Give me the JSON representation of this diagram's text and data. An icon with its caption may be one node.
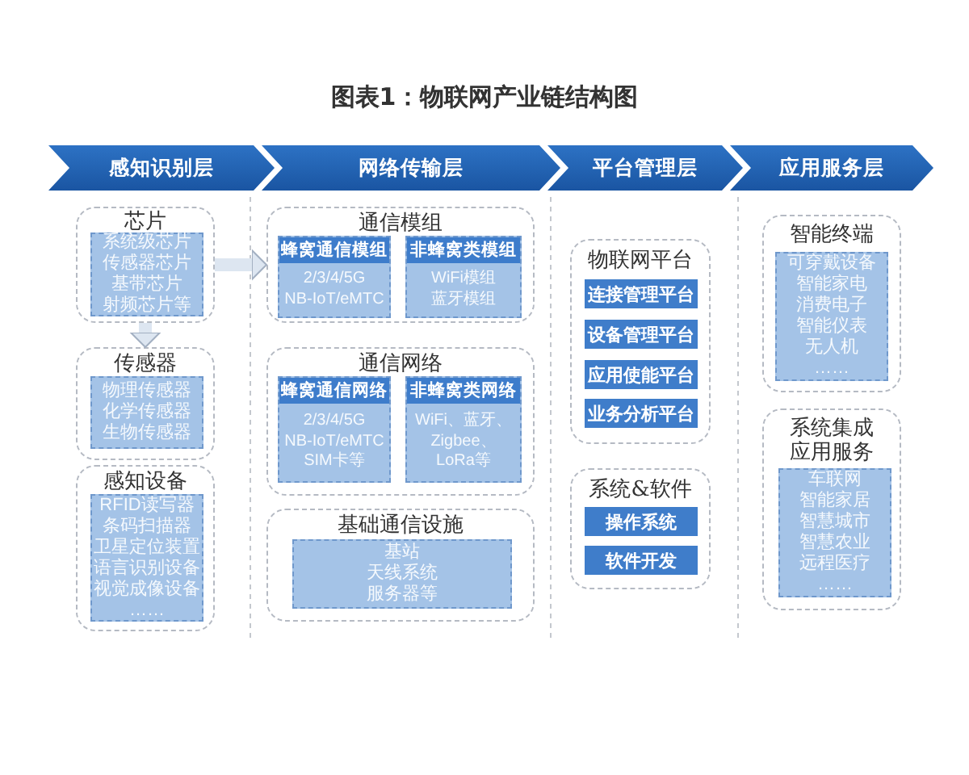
{
  "diagram": {
    "title": "图表1：物联网产业链结构图",
    "nodes": [
      {
        "text": [
          "感知识别层"
        ]
      },
      {
        "text": [
          "网络传输层"
        ]
      },
      {
        "text": [
          "平台管理层"
        ]
      },
      {
        "text": [
          "应用服务层"
        ]
      },
      {
        "text": [
          "芯片"
        ]
      },
      {
        "text": [
          "系统级芯片",
          "传感器芯片",
          "基带芯片",
          "射频芯片等"
        ],
        "in": 4
      },
      {
        "text": [
          "传感器"
        ]
      },
      {
        "text": [
          "物理传感器",
          "化学传感器",
          "生物传感器"
        ],
        "in": 6
      },
      {
        "text": [
          "感知设备"
        ]
      },
      {
        "text": [
          "RFID读写器",
          "条码扫描器",
          "卫星定位装置",
          "语言识别设备",
          "视觉成像设备",
          "……"
        ],
        "in": 8
      },
      {
        "text": [
          "通信模组"
        ]
      },
      {
        "text": [
          "蜂窝通信模组",
          "2/3/4/5G",
          "NB-IoT/eMTC"
        ],
        "in": 10
      },
      {
        "text": [
          "非蜂窝类模组",
          "WiFi模组",
          "蓝牙模组"
        ],
        "in": 10
      },
      {
        "text": [
          "通信网络"
        ]
      },
      {
        "text": [
          "蜂窝通信网络",
          "2/3/4/5G",
          "NB-IoT/eMTC",
          "SIM卡等"
        ],
        "in": 13
      },
      {
        "text": [
          "非蜂窝类网络",
          "WiFi、蓝牙、Zigbee、LoRa等"
        ],
        "in": 13
      },
      {
        "text": [
          "基础通信设施"
        ]
      },
      {
        "text": [
          "基站",
          "天线系统",
          "服务器等"
        ],
        "in": 16
      },
      {
        "text": [
          "物联网平台"
        ]
      },
      {
        "text": [
          "连接管理平台"
        ],
        "in": 18
      },
      {
        "text": [
          "设备管理平台"
        ],
        "in": 18
      },
      {
        "text": [
          "应用使能平台"
        ],
        "in": 18
      },
      {
        "text": [
          "业务分析平台"
        ],
        "in": 18
      },
      {
        "text": [
          "系统&软件"
        ]
      },
      {
        "text": [
          "操作系统"
        ],
        "in": 23
      },
      {
        "text": [
          "软件开发"
        ],
        "in": 23
      },
      {
        "text": [
          "智能终端"
        ]
      },
      {
        "text": [
          "可穿戴设备",
          "智能家电",
          "消费电子",
          "智能仪表",
          "无人机",
          "……"
        ],
        "in": 26
      },
      {
        "text": [
          "系统集成应用服务"
        ]
      },
      {
        "text": [
          "车联网",
          "智能家居",
          "智慧城市",
          "智慧农业",
          "远程医疗",
          "……"
        ],
        "in": 28
      }
    ],
    "edges": [
      {
        "from": 4,
        "to": 6,
        "arrow": "to"
      },
      {
        "from": 4,
        "to": 10,
        "arrow": "to"
      }
    ]
  }
}
